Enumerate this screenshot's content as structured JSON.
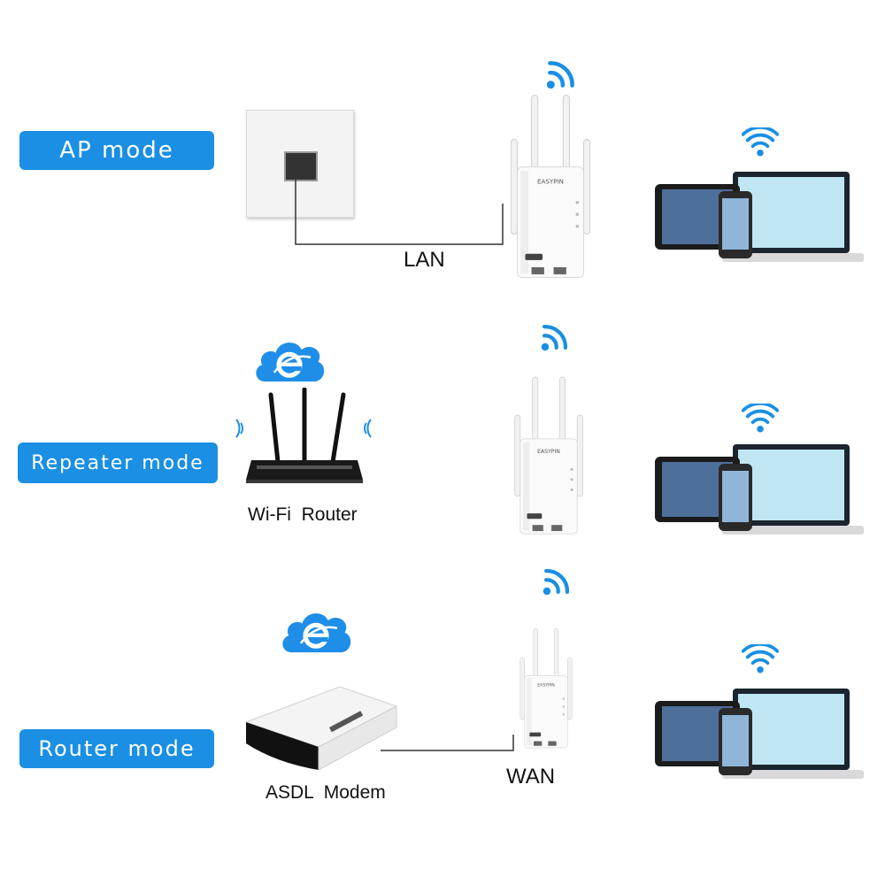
{
  "rows": [
    {
      "mode": "AP mode",
      "source_label": "",
      "link_label": "LAN"
    },
    {
      "mode": "Repeater mode",
      "source_label": "Wi-Fi  Router",
      "link_label": ""
    },
    {
      "mode": "Router mode",
      "source_label": "ASDL  Modem",
      "link_label": "WAN"
    }
  ],
  "devices": {
    "extender_brand": "EASYPIN",
    "client_set": [
      "tablet",
      "laptop",
      "smartphone"
    ]
  },
  "icons": [
    "wifi-signal-icon",
    "wifi-icon",
    "internet-cloud-icon",
    "wall-ethernet-socket-icon"
  ],
  "colors": {
    "accent": "#1a8fe3",
    "cloud": "#1e8ee8",
    "line": "#333333"
  }
}
